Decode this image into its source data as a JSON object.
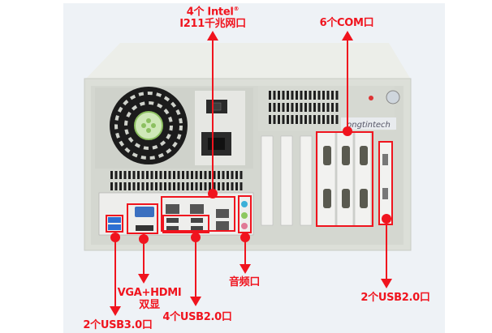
{
  "colors": {
    "annotation": "#f0141e",
    "chassis": "#dfe2dc",
    "background": "#eef2f6"
  },
  "brand_logo": "ongtintech",
  "labels": {
    "lan_line1": "4个 Intel",
    "lan_reg": "®",
    "lan_line2": "I211千兆网口",
    "com": "6个COM口",
    "audio": "音频口",
    "vga_line1": "VGA+HDMI",
    "vga_line2": "双显",
    "usb2_rear": "4个USB2.0口",
    "usb3": "2个USB3.0口",
    "usb2_card": "2个USB2.0口"
  }
}
